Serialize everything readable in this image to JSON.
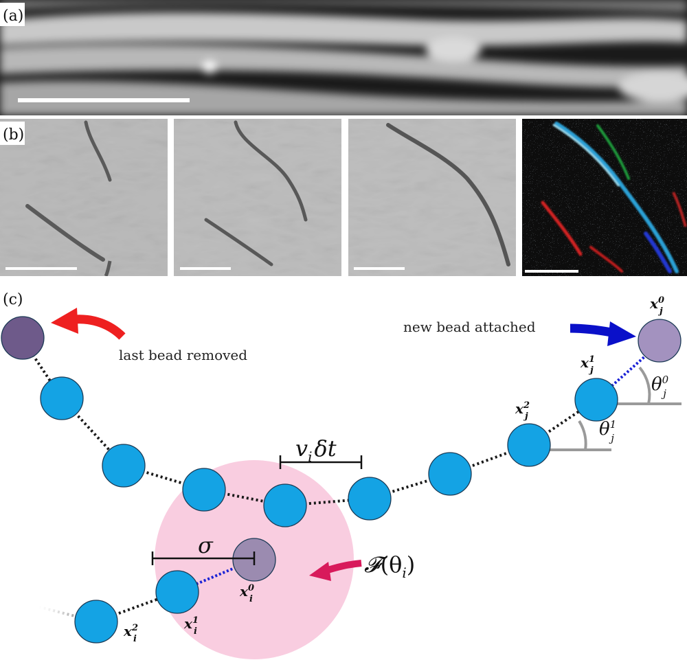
{
  "panels": {
    "a": {
      "label": "(a)"
    },
    "b": {
      "label": "(b)"
    },
    "c": {
      "label": "(c)"
    }
  },
  "annotations": {
    "last_bead": "last bead removed",
    "new_bead": "new bead attached",
    "step": "v",
    "step_sub": "i",
    "step_tail": "δt",
    "sigma": "σ",
    "force_F": "𝓕",
    "force_arg": "(θ",
    "force_sub": "i",
    "force_close": ")"
  },
  "bead_labels": {
    "xj0": {
      "base": "x",
      "sub": "j",
      "sup": "0"
    },
    "xj1": {
      "base": "x",
      "sub": "j",
      "sup": "1"
    },
    "xj2": {
      "base": "x",
      "sub": "j",
      "sup": "2"
    },
    "xi0": {
      "base": "x",
      "sub": "i",
      "sup": "0"
    },
    "xi1": {
      "base": "x",
      "sub": "i",
      "sup": "1"
    },
    "xi2": {
      "base": "x",
      "sub": "i",
      "sup": "2"
    }
  },
  "angle_labels": {
    "thj0": {
      "base": "θ",
      "sub": "j",
      "sup": "0"
    },
    "thj1": {
      "base": "θ",
      "sub": "j",
      "sup": "1"
    }
  },
  "colors": {
    "bead": "#14a3e4",
    "bead_removed": "#6e5a8a",
    "bead_new": "#a392bf",
    "bead_head": "#9b8bb0",
    "interaction": "#f9cde0",
    "arrow_red": "#ee2020",
    "arrow_blue": "#0a10c9",
    "arrow_magenta": "#d81a5b",
    "link_blue": "#1a22d6",
    "angle_line": "#9a9a9a"
  }
}
